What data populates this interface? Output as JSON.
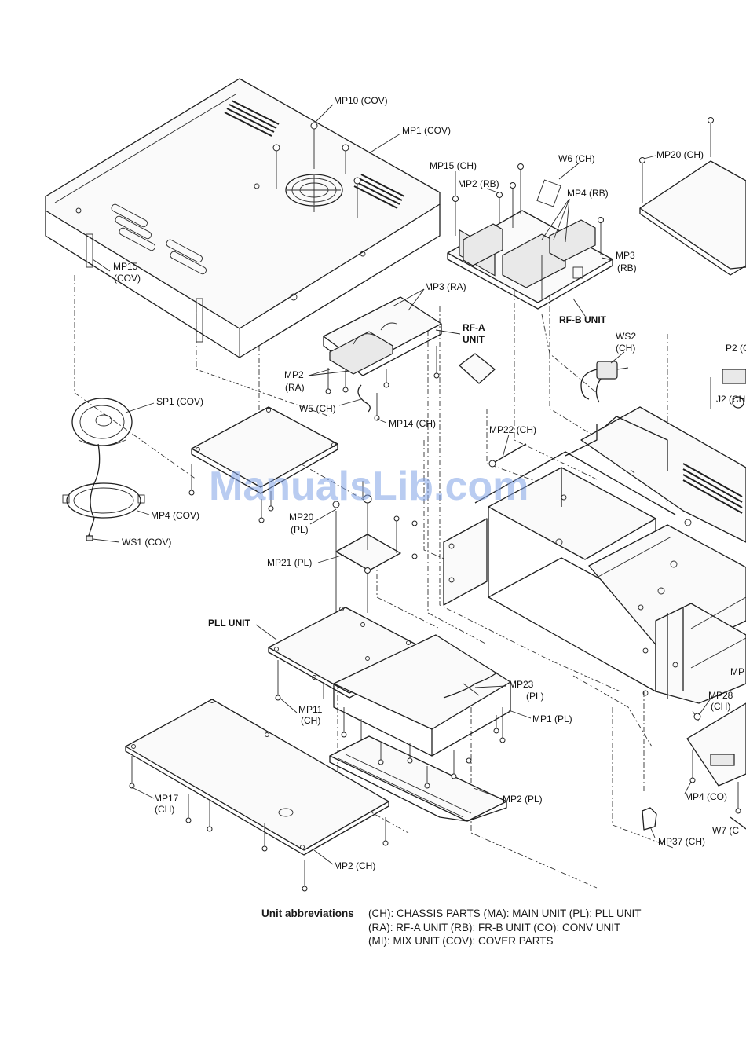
{
  "watermark": "ManualsLib.com",
  "labels": {
    "mp10_cov": "MP10 (COV)",
    "mp1_cov": "MP1 (COV)",
    "mp15_ch": "MP15 (CH)",
    "mp2_rb": "MP2 (RB)",
    "w6_ch": "W6 (CH)",
    "mp4_rb": "MP4 (RB)",
    "mp20_ch": "MP20 (CH)",
    "mp3_rb_1": "MP3",
    "mp3_rb_2": "(RB)",
    "rfb_unit": "RF-B UNIT",
    "mp15_cov_1": "MP15",
    "mp15_cov_2": "(COV)",
    "mp3_ra": "MP3 (RA)",
    "rfa_unit_1": "RF-A",
    "rfa_unit_2": "UNIT",
    "ws2_ch_1": "WS2",
    "ws2_ch_2": "(CH)",
    "p2_partial": "P2 (C",
    "j2_partial": "J2 (CH",
    "mp2_ra_1": "MP2",
    "mp2_ra_2": "(RA)",
    "sp1_cov": "SP1 (COV)",
    "w5_ch": "W5 (CH)",
    "mp14_ch": "MP14 (CH)",
    "mp22_ch": "MP22 (CH)",
    "mp4_cov": "MP4 (COV)",
    "ws1_cov": "WS1 (COV)",
    "mp20_pl_1": "MP20",
    "mp20_pl_2": "(PL)",
    "mp21_pl": "MP21 (PL)",
    "pll_unit": "PLL UNIT",
    "mp23_pl_1": "MP23",
    "mp23_pl_2": "(PL)",
    "mp11_ch_1": "MP11",
    "mp11_ch_2": "(CH)",
    "mp1_pl": "MP1 (PL)",
    "mp28_ch_1": "MP28",
    "mp28_ch_2": "(CH)",
    "mp_partial": "MP",
    "mp17_ch_1": "MP17",
    "mp17_ch_2": "(CH)",
    "mp2_pl": "MP2 (PL)",
    "mp4_co": "MP4 (CO)",
    "w7_partial": "W7 (C",
    "mp37_ch": "MP37 (CH)",
    "mp2_ch": "MP2 (CH)"
  },
  "legend": {
    "title": "Unit abbreviations",
    "line1": "(CH): CHASSIS PARTS  (MA): MAIN UNIT  (PL): PLL UNIT",
    "line2": "(RA): RF-A UNIT  (RB): FR-B UNIT  (CO): CONV UNIT",
    "line3": "(MI): MIX UNIT  (COV): COVER PARTS"
  }
}
